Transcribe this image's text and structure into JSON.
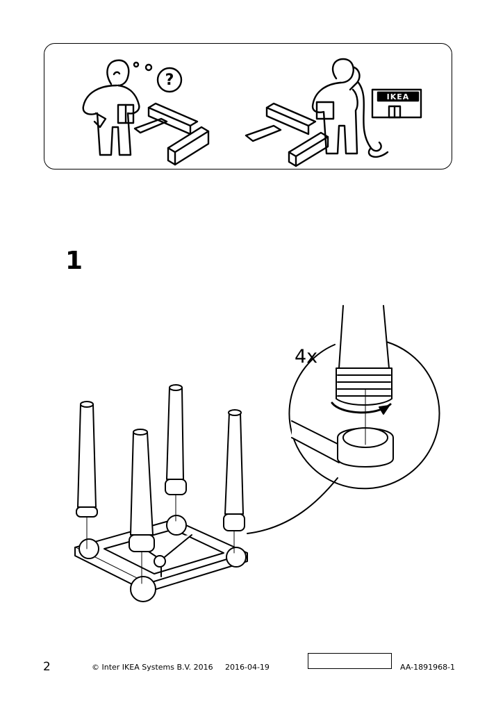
{
  "help_panel": {
    "store_sign": "IKEA",
    "question_glyph": "?"
  },
  "step": {
    "number": "1",
    "quantity_label": "4x"
  },
  "footer": {
    "page_number": "2",
    "copyright": "© Inter IKEA Systems B.V. 2016",
    "date": "2016-04-19",
    "document_code": "AA-1891968-1"
  }
}
